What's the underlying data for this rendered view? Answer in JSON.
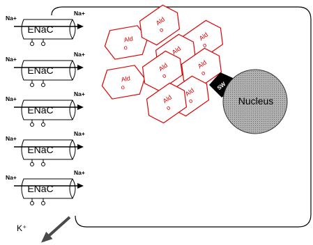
{
  "channel_label": "ENaC",
  "ion_in_label": "Na+",
  "ion_out_label": "Na+",
  "potassium_label": "K⁺",
  "nucleus_label": "Nucleus",
  "hormone_label_line1": "Ald",
  "hormone_label_line2": "o",
  "colors": {
    "outline": "#000000",
    "hormone": "#dd0000",
    "nucleus_fill": "#9a9a9a",
    "arrow": "#4a4a4a"
  }
}
